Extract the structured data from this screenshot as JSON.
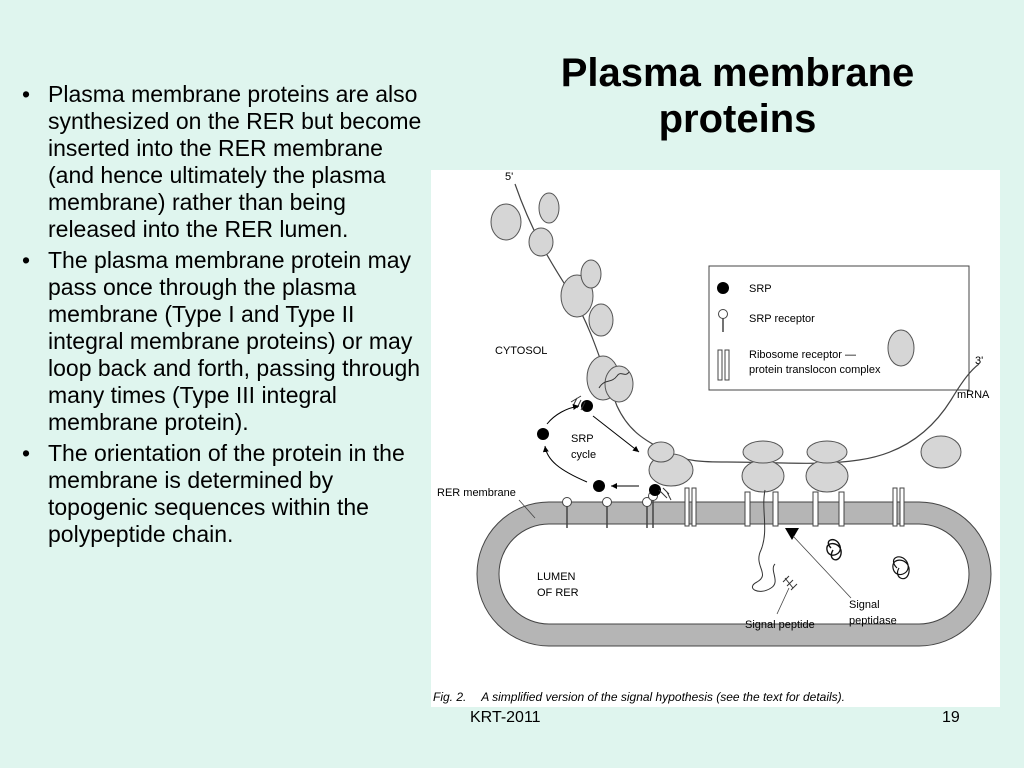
{
  "slide": {
    "title": "Plasma membrane proteins",
    "bullets": [
      "Plasma membrane proteins are also synthesized on the RER but become inserted into the RER membrane (and hence ultimately the plasma membrane) rather than being released into the RER lumen.",
      "The plasma membrane protein may pass once through the plasma membrane (Type I and Type II integral membrane proteins) or may loop back and forth, passing through many times (Type III integral membrane protein).",
      "The orientation of the protein in the membrane is determined by topogenic sequences within the polypeptide chain."
    ],
    "bullet_glyph": "•"
  },
  "figure": {
    "label_5prime": "5'",
    "label_3prime": "3'",
    "label_mrna": "mRNA",
    "label_cytosol": "CYTOSOL",
    "label_srp_cycle_1": "SRP",
    "label_srp_cycle_2": "cycle",
    "label_rer_membrane": "RER membrane",
    "label_lumen_1": "LUMEN",
    "label_lumen_2": "OF RER",
    "label_signal_peptide": "Signal peptide",
    "label_signal_peptidase_1": "Signal",
    "label_signal_peptidase_2": "peptidase",
    "legend": {
      "srp": "SRP",
      "srp_receptor": "SRP receptor",
      "ribosome_receptor_1": "Ribosome receptor —",
      "ribosome_receptor_2": "protein translocon complex"
    },
    "caption_prefix": "Fig. 2.",
    "caption_text": "A simplified version of the signal hypothesis (see the text for details)."
  },
  "footer": {
    "left": "KRT-2011",
    "page_number": "19"
  }
}
